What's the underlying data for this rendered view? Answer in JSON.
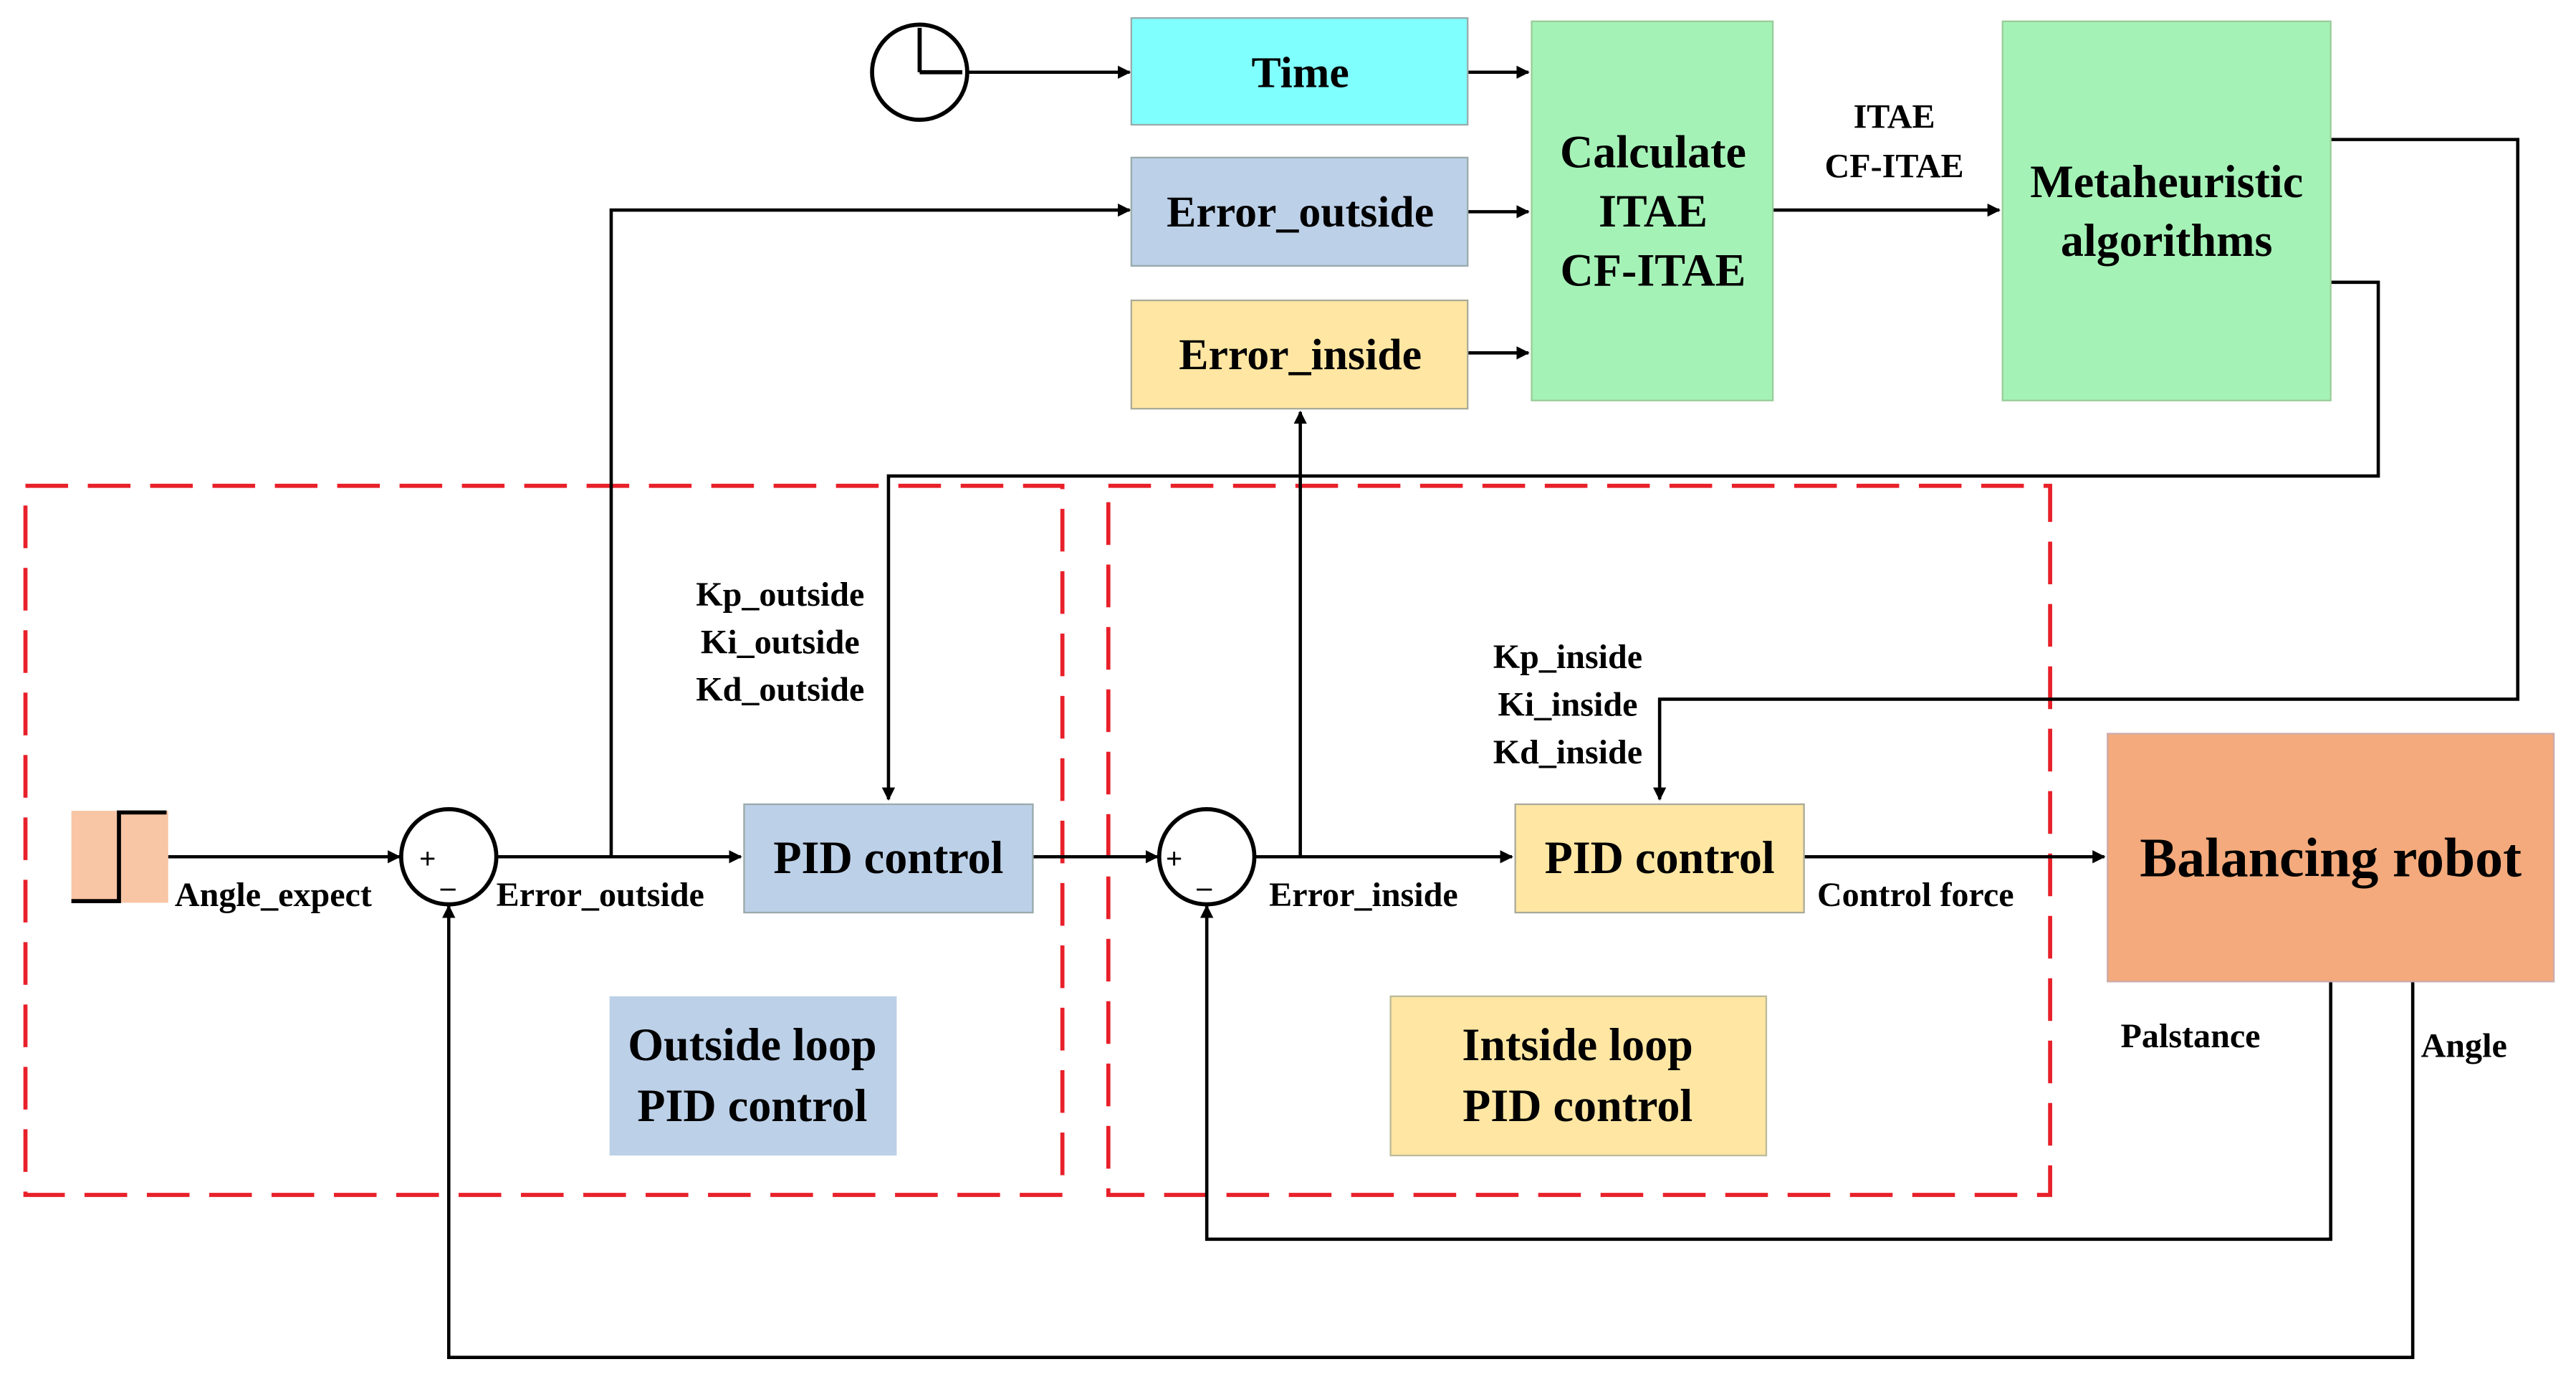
{
  "colors": {
    "time_box": "#80FFFF",
    "blue_box": "#BCD0E8",
    "yellow_box": "#FFE6A3",
    "green_box": "#A5F2B7",
    "robot_box": "#F4AA7C",
    "step_block": "#F8C5A5",
    "dash_border": "#E8202A"
  },
  "blocks": {
    "time": "Time",
    "error_outside": "Error_outside",
    "error_inside": "Error_inside",
    "calculate": [
      "Calculate",
      "ITAE",
      "CF-ITAE"
    ],
    "metaheuristic": [
      "Metaheuristic",
      "algorithms"
    ],
    "pid_outside": "PID control",
    "pid_inside": "PID control",
    "robot": "Balancing robot",
    "outside_loop": [
      "Outside loop",
      "PID control"
    ],
    "inside_loop": [
      "Intside loop",
      "PID control"
    ]
  },
  "signals": {
    "itae": "ITAE",
    "cf_itae": "CF-ITAE",
    "angle_expect": "Angle_expect",
    "error_outside": "Error_outside",
    "error_inside": "Error_inside",
    "control_force": "Control force",
    "palstance": "Palstance",
    "angle": "Angle",
    "kp_outside": "Kp_outside",
    "ki_outside": "Ki_outside",
    "kd_outside": "Kd_outside",
    "kp_inside": "Kp_inside",
    "ki_inside": "Ki_inside",
    "kd_inside": "Kd_inside"
  },
  "sum_signs": {
    "plus": "+",
    "minus": "_"
  }
}
